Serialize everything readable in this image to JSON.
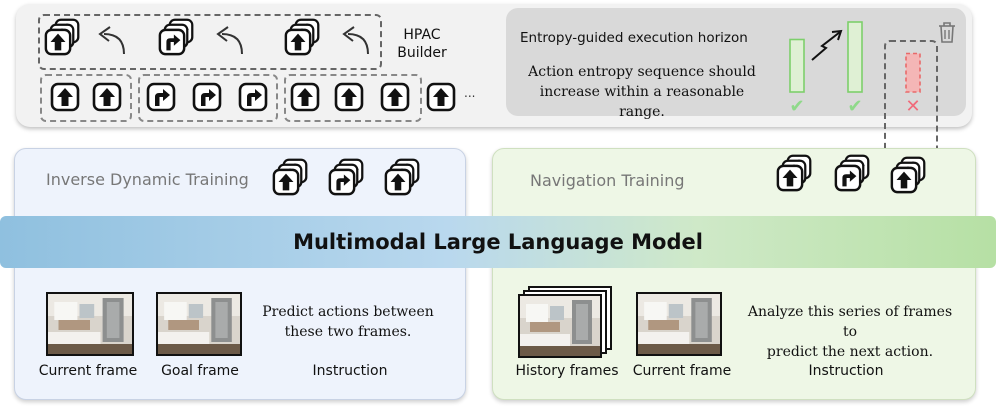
{
  "builder": {
    "label_line1": "HPAC",
    "label_line2": "Builder",
    "ellipsis": "..."
  },
  "entropy": {
    "title": "Entropy-guided execution horizon",
    "text_line1": "Action entropy sequence should",
    "text_line2": "increase within a reasonable range.",
    "bar_levels": [
      0.75,
      1.0,
      0.55
    ],
    "bar_status": [
      "accepted",
      "accepted",
      "rejected"
    ],
    "check_mark": "✔",
    "cross_mark": "✕"
  },
  "model": {
    "title": "Multimodal Large Language Model"
  },
  "inverse": {
    "title": "Inverse Dynamic Training",
    "instruction_line1": "Predict actions between",
    "instruction_line2": "these two frames.",
    "captions": {
      "current": "Current frame",
      "goal": "Goal frame",
      "instruction": "Instruction"
    }
  },
  "navigation": {
    "title": "Navigation Training",
    "instruction_line1": "Analyze this series of frames to",
    "instruction_line2": "predict the next action.",
    "captions": {
      "history": "History frames",
      "current": "Current frame",
      "instruction": "Instruction"
    }
  },
  "icons": {
    "trash": "trash-icon",
    "forward": "arrow-up-icon",
    "right": "turn-right-icon",
    "curved": "curved-arrow-icon"
  },
  "colors": {
    "green": "#7dcf6b",
    "red": "#e86a6a",
    "check": "#8fd98a",
    "cross": "#f06a7a"
  }
}
